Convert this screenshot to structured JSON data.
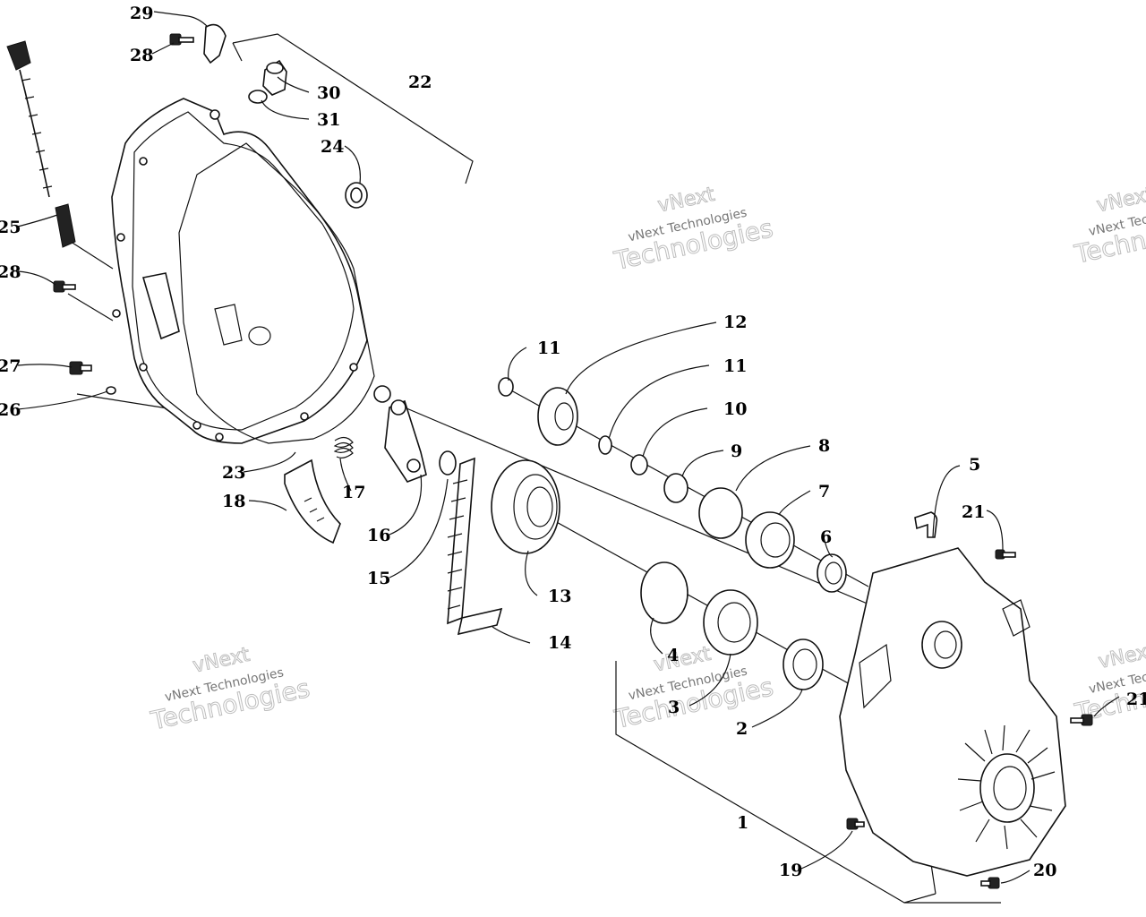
{
  "watermark": {
    "line1": "vNext",
    "line2": "vNext Technologies",
    "line3": "Technologies"
  },
  "callouts": {
    "c1": "1",
    "c2": "2",
    "c3": "3",
    "c4": "4",
    "c5": "5",
    "c6": "6",
    "c7": "7",
    "c8": "8",
    "c9": "9",
    "c10": "10",
    "c11a": "11",
    "c11b": "11",
    "c12": "12",
    "c13": "13",
    "c14": "14",
    "c15": "15",
    "c16": "16",
    "c17": "17",
    "c18": "18",
    "c19": "19",
    "c20": "20",
    "c21a": "21",
    "c21b": "21",
    "c22": "22",
    "c23": "23",
    "c24": "24",
    "c25": "25",
    "c26": "26",
    "c27": "27",
    "c28a": "28",
    "c28b": "28",
    "c29": "29",
    "c30": "30",
    "c31": "31"
  }
}
